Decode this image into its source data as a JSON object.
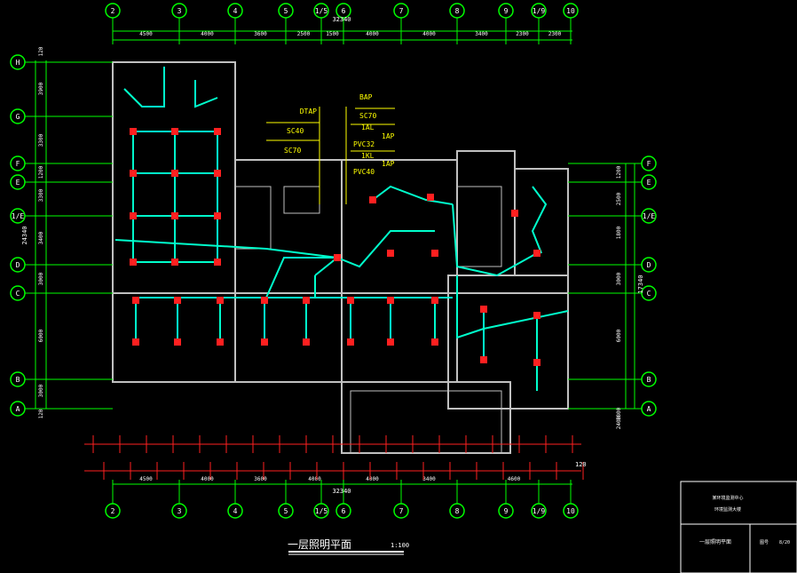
{
  "title": "一层照明平面",
  "scale": "1:100",
  "grid_cols": [
    "2",
    "3",
    "4",
    "5",
    "1/5",
    "6",
    "7",
    "8",
    "9",
    "1/9",
    "10"
  ],
  "grid_rows": [
    "H",
    "G",
    "F",
    "E",
    "1/E",
    "D",
    "C",
    "B",
    "A"
  ],
  "total_width": "32340",
  "top_dims": [
    "4500",
    "4000",
    "3600",
    "2500",
    "1500",
    "4000",
    "4000",
    "3400",
    "2300",
    "2300"
  ],
  "bottom_dims": [
    "4500",
    "4000",
    "3600",
    "4000",
    "4000",
    "3400",
    "4600"
  ],
  "left_dims": [
    "120",
    "3900",
    "3300",
    "1200",
    "3300",
    "3400",
    "3000",
    "6000",
    "3000",
    "120"
  ],
  "left_total": "24340",
  "right_dims": [
    "1200",
    "2500",
    "1800",
    "3000",
    "6000",
    "1800",
    "2400"
  ],
  "right_total": "17340",
  "bottom_right_dim": "120",
  "labels": {
    "dtap": "DTAP",
    "sc40": "SC40",
    "sc70a": "SC70",
    "bap": "BAP",
    "sc70b": "SC70",
    "l1al": "1AL",
    "ap1": "1AP",
    "pvc32": "PVC32",
    "l1kl": "1KL",
    "ap1b": "1AP",
    "pvc40": "PVC40"
  },
  "title_block": {
    "project": "某环境监测中心",
    "subtitle": "环境监测大楼",
    "drawing": "一层照明平面",
    "no_label": "图号",
    "no": "8/20"
  },
  "colors": {
    "wall": "#c0c0c0",
    "wiring": "#00ffcc",
    "fixture": "#ff2020",
    "dim": "#00ff00",
    "text": "#ffff00"
  }
}
